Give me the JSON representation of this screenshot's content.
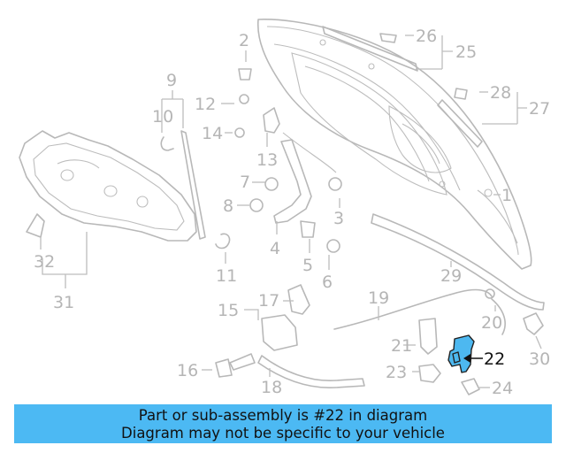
{
  "diagram": {
    "highlight_part": "22",
    "colors": {
      "highlight": "#4db8f0",
      "line": "#b8b8b8",
      "banner": "#4cb9f3"
    },
    "labels": [
      "1",
      "2",
      "3",
      "4",
      "5",
      "6",
      "7",
      "8",
      "9",
      "10",
      "11",
      "12",
      "13",
      "14",
      "15",
      "16",
      "17",
      "18",
      "19",
      "20",
      "21",
      "22",
      "23",
      "24",
      "25",
      "26",
      "27",
      "28",
      "29",
      "30",
      "31",
      "32"
    ]
  },
  "banner": {
    "line1": "Part or sub-assembly is #22 in diagram",
    "line2": "Diagram may not be specific to your vehicle"
  }
}
